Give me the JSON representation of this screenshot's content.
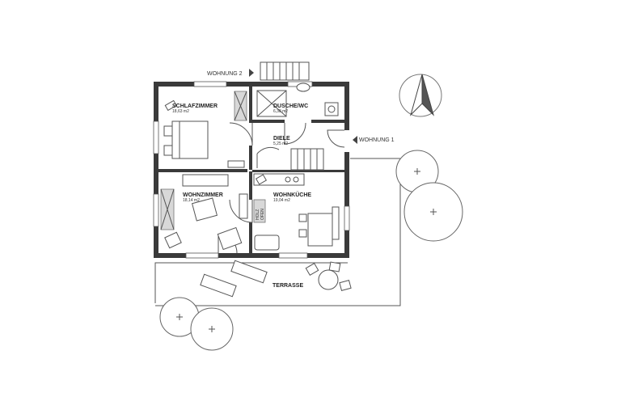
{
  "rooms": [
    {
      "key": "schlaf",
      "name": "SCHLAFZIMMER",
      "area": "18,63 m2"
    },
    {
      "key": "dusche",
      "name": "DUSCHE/WC",
      "area": "6,38 m2"
    },
    {
      "key": "diele",
      "name": "DIELE",
      "area": "5,25 m2"
    },
    {
      "key": "wohn",
      "name": "WOHNZIMMER",
      "area": "18,14 m2"
    },
    {
      "key": "kueche",
      "name": "WOHNKÜCHE",
      "area": "19,04 m2"
    }
  ],
  "labels": {
    "wohnung2": "WOHNUNG 2",
    "wohnung1": "WOHNUNG 1",
    "terrasse": "TERRASSE",
    "holz_line1": "HOLZ",
    "holz_line2": "OFEN"
  },
  "icons": {
    "north": "north-arrow-icon",
    "tree": "tree-symbol-icon"
  }
}
